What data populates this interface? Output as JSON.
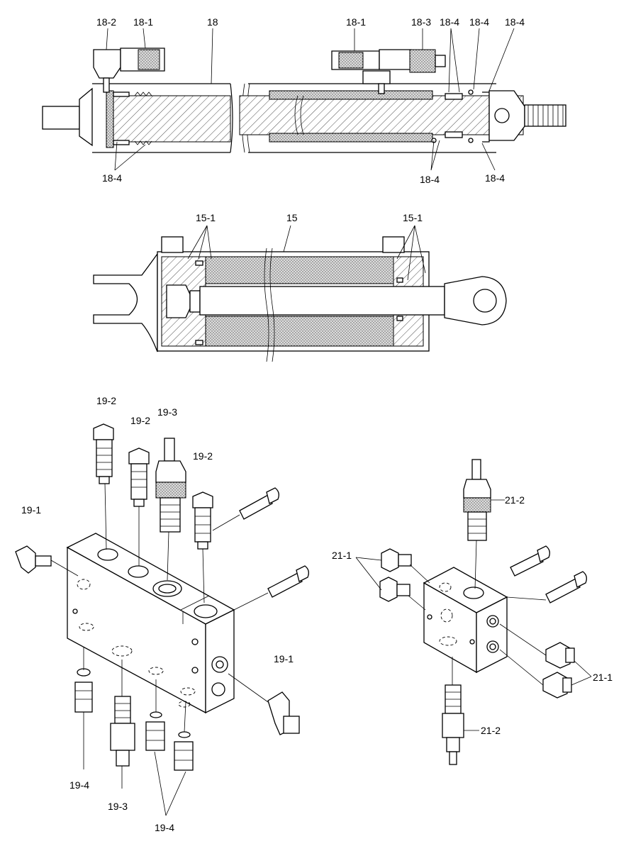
{
  "callouts": {
    "c18_2": "18-2",
    "c18_1_left": "18-1",
    "c18": "18",
    "c18_1_right": "18-1",
    "c18_3": "18-3",
    "c18_4_top_a": "18-4",
    "c18_4_top_b": "18-4",
    "c18_4_top_c": "18-4",
    "c18_4_bottom_left": "18-4",
    "c18_4_bottom_mid": "18-4",
    "c18_4_bottom_right": "18-4",
    "c15_1_left": "15-1",
    "c15": "15",
    "c15_1_right": "15-1",
    "c19_2_a": "19-2",
    "c19_2_b": "19-2",
    "c19_3_top": "19-3",
    "c19_2_c": "19-2",
    "c19_1_left": "19-1",
    "c19_1_right": "19-1",
    "c19_4_left": "19-4",
    "c19_3_bottom": "19-3",
    "c19_4_bottom": "19-4",
    "c21_2_top": "21-2",
    "c21_1_left": "21-1",
    "c21_1_right": "21-1",
    "c21_2_bottom": "21-2"
  },
  "colors": {
    "line": "#000000",
    "background": "#ffffff"
  }
}
